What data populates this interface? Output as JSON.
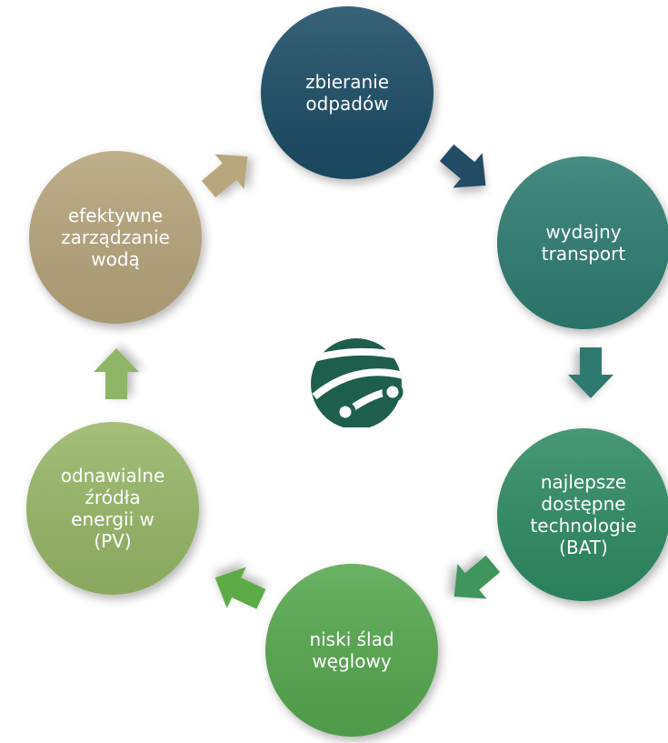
{
  "cycle": {
    "nodes": [
      {
        "id": "waste-collection",
        "lines": [
          "zbieranie",
          "odpadów"
        ],
        "color": "#1f4e66"
      },
      {
        "id": "efficient-transport",
        "lines": [
          "wydajny",
          "transport"
        ],
        "color": "#2e7b72"
      },
      {
        "id": "best-available-technology",
        "lines": [
          "najlepsze",
          "dostępne",
          "technologie",
          "(BAT)"
        ],
        "color": "#2f8b62"
      },
      {
        "id": "low-carbon-footprint",
        "lines": [
          "niski ślad",
          "węglowy"
        ],
        "color": "#56a84f"
      },
      {
        "id": "renewable-energy",
        "lines": [
          "odnawialne",
          "źródła",
          "energii w",
          "(PV)"
        ],
        "color": "#97b767"
      },
      {
        "id": "water-management",
        "lines": [
          "efektywne",
          "zarządzanie",
          "wodą"
        ],
        "color": "#b6a57b"
      }
    ],
    "arrows": [
      {
        "from": "waste-collection",
        "to": "efficient-transport",
        "color": "#244c66"
      },
      {
        "from": "efficient-transport",
        "to": "best-available-technology",
        "color": "#2d7a70"
      },
      {
        "from": "best-available-technology",
        "to": "low-carbon-footprint",
        "color": "#3f955b"
      },
      {
        "from": "low-carbon-footprint",
        "to": "renewable-energy",
        "color": "#5bab47"
      },
      {
        "from": "renewable-energy",
        "to": "water-management",
        "color": "#8eb666"
      },
      {
        "from": "water-management",
        "to": "waste-collection",
        "color": "#b8a77b"
      }
    ]
  },
  "center_logo": {
    "icon": "globe-network-logo",
    "color": "#1d5f4c"
  }
}
